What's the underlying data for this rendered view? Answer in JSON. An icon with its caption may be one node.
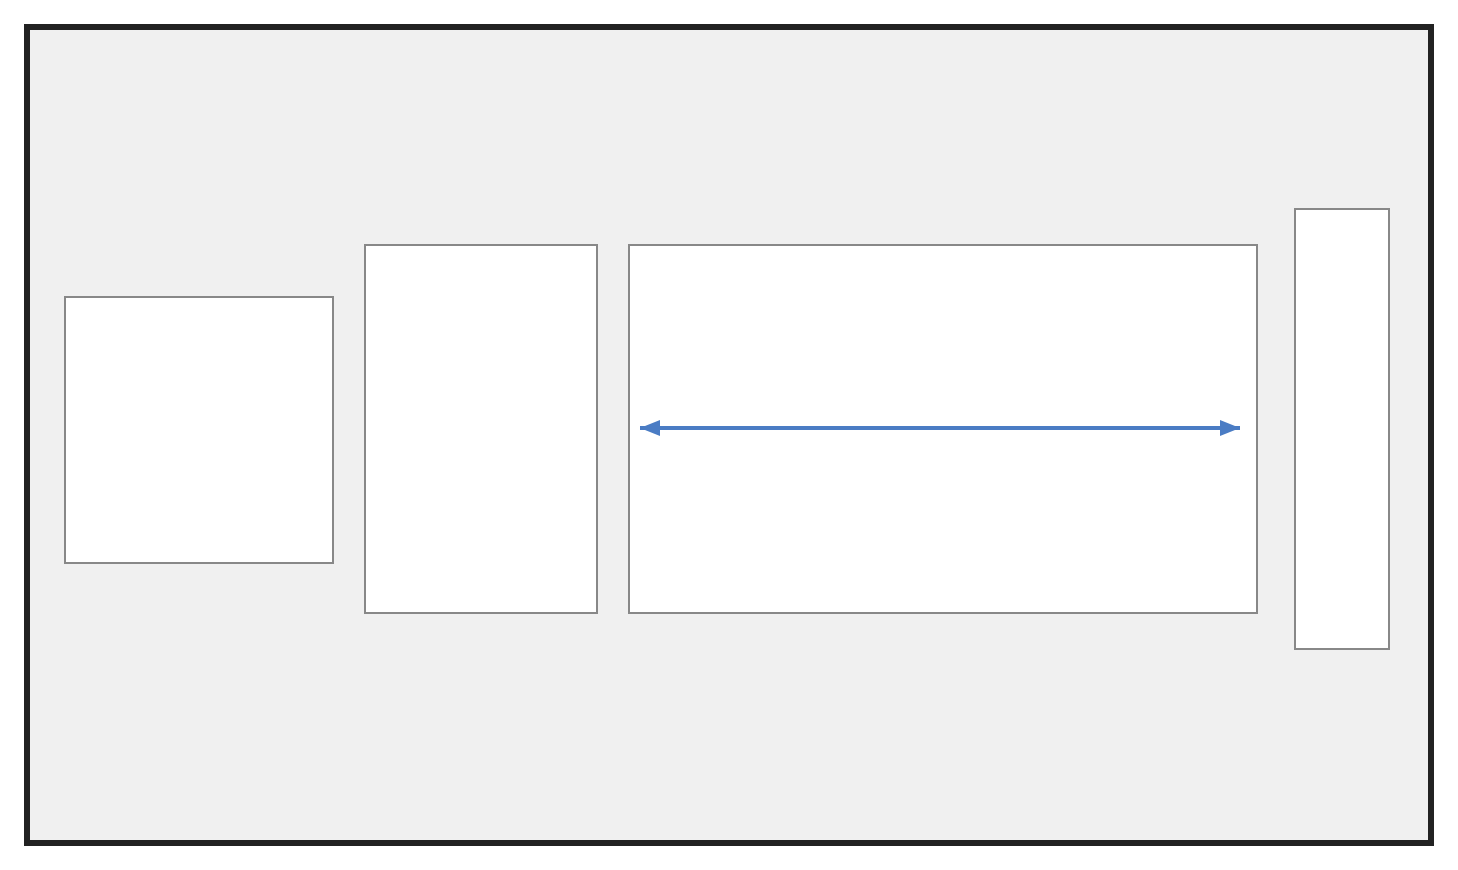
{
  "diagram": {
    "nodes": [
      {
        "text": [],
        "shape": "box"
      },
      {
        "text": [],
        "shape": "box",
        "in": 0
      },
      {
        "text": [],
        "shape": "box",
        "in": 0
      },
      {
        "text": [],
        "shape": "box",
        "in": 0
      },
      {
        "text": [],
        "shape": "box",
        "in": 0
      }
    ]
  }
}
